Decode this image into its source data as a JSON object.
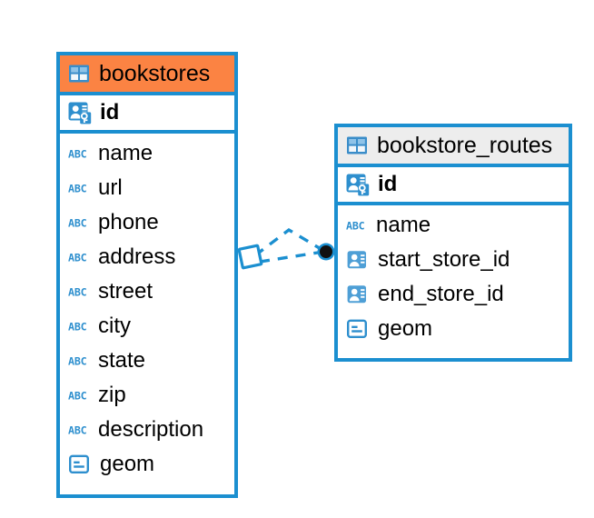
{
  "diagram": {
    "type": "entity-relationship-diagram",
    "background": "#ffffff",
    "accent_blue": "#1B8FD0",
    "accent_orange": "#FB8343",
    "accent_grey": "#EDEDED"
  },
  "tables": [
    {
      "name": "bookstores",
      "header_icon": "table-icon",
      "header_color": "#FB8343",
      "primary_key": {
        "label": "id",
        "icon": "primary-key-icon"
      },
      "fields": [
        {
          "label": "name",
          "icon": "text-type-icon"
        },
        {
          "label": "url",
          "icon": "text-type-icon"
        },
        {
          "label": "phone",
          "icon": "text-type-icon"
        },
        {
          "label": "address",
          "icon": "text-type-icon"
        },
        {
          "label": "street",
          "icon": "text-type-icon"
        },
        {
          "label": "city",
          "icon": "text-type-icon"
        },
        {
          "label": "state",
          "icon": "text-type-icon"
        },
        {
          "label": "zip",
          "icon": "text-type-icon"
        },
        {
          "label": "description",
          "icon": "text-type-icon"
        },
        {
          "label": "geom",
          "icon": "geometry-type-icon"
        }
      ]
    },
    {
      "name": "bookstore_routes",
      "header_icon": "table-icon",
      "header_color": "#EDEDED",
      "primary_key": {
        "label": "id",
        "icon": "primary-key-icon"
      },
      "fields": [
        {
          "label": "name",
          "icon": "text-type-icon"
        },
        {
          "label": "start_store_id",
          "icon": "foreign-key-icon"
        },
        {
          "label": "end_store_id",
          "icon": "foreign-key-icon"
        },
        {
          "label": "geom",
          "icon": "geometry-type-icon"
        }
      ]
    }
  ],
  "relationship": {
    "source_table": "bookstores",
    "target_table": "bookstore_routes",
    "source_marker": "diamond-marker",
    "target_marker": "filled-circle-marker",
    "line_style": "dashed",
    "line_color": "#1B8FD0"
  }
}
